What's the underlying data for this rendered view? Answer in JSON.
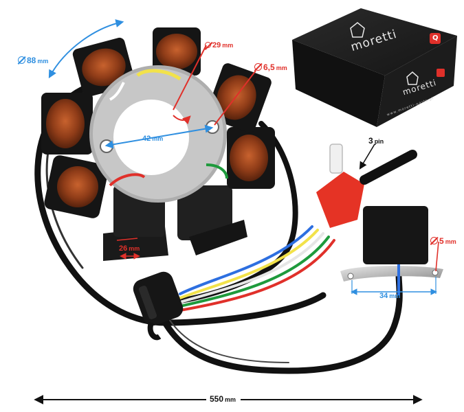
{
  "labels": {
    "outer_diameter": {
      "value": "88",
      "unit": "mm"
    },
    "coil_height": {
      "value": "29",
      "unit": "mm"
    },
    "hole_diameter": {
      "value": "6,5",
      "unit": "mm"
    },
    "inner_diameter": {
      "value": "42",
      "unit": "mm"
    },
    "pad_width": {
      "value": "26",
      "unit": "mm"
    },
    "connector": {
      "value": "3",
      "unit": "pin"
    },
    "pickup_hole": {
      "value": "5",
      "unit": "mm"
    },
    "pickup_spacing": {
      "value": "34",
      "unit": "mm"
    },
    "cable_length": {
      "value": "550",
      "unit": "mm"
    }
  },
  "box": {
    "brand": "moretti",
    "brand_front": "moretti",
    "badge": "Q",
    "website": "www.moretti-parts.pl"
  },
  "colors": {
    "dimension_blue": "#2f8fe0",
    "dimension_red": "#e0302a",
    "copper": "#8a3a1a",
    "connector_red": "#e53325"
  }
}
